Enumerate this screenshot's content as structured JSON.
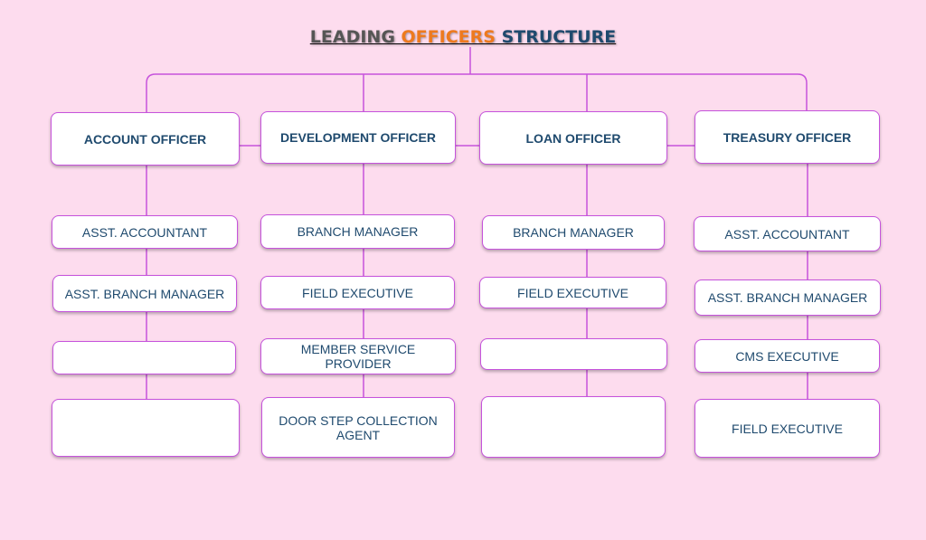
{
  "title": {
    "part1": "LEADING ",
    "part2": "OFFICERS",
    "part3": " STRUCTURE",
    "color1": "#555555",
    "color2": "#ee7a1e",
    "color3": "#1f4a6e"
  },
  "colors": {
    "background": "#fddcee",
    "line": "#c653dc",
    "text": "#1f4a6e"
  },
  "columns": [
    {
      "head": "ACCOUNT OFFICER",
      "items": [
        "ASST. ACCOUNTANT",
        "ASST. BRANCH MANAGER",
        "",
        ""
      ]
    },
    {
      "head": "DEVELOPMENT OFFICER",
      "items": [
        "BRANCH MANAGER",
        "FIELD EXECUTIVE",
        "MEMBER SERVICE PROVIDER",
        "DOOR STEP COLLECTION AGENT"
      ]
    },
    {
      "head": "LOAN OFFICER",
      "items": [
        "BRANCH MANAGER",
        "FIELD EXECUTIVE",
        "",
        ""
      ]
    },
    {
      "head": "TREASURY OFFICER",
      "items": [
        "ASST. ACCOUNTANT",
        "ASST. BRANCH MANAGER",
        "CMS EXECUTIVE",
        "FIELD EXECUTIVE"
      ]
    }
  ]
}
